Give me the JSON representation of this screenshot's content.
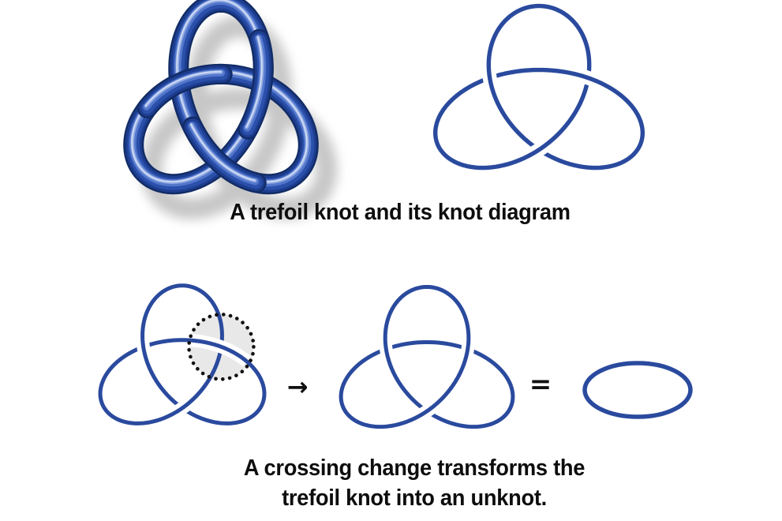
{
  "captions": {
    "top": "A trefoil knot and its knot diagram",
    "bottom_line1": "A crossing change transforms the",
    "bottom_line2": "trefoil knot into an unknot."
  },
  "operators": {
    "arrow": "→",
    "equals": "="
  },
  "figures": {
    "knot3d_label": "3D trefoil knot",
    "diagram_label": "trefoil knot diagram",
    "before_label": "trefoil with highlighted crossing",
    "after_label": "trefoil after crossing change",
    "unknot_label": "unknot"
  },
  "colors": {
    "line_blue": "#2a4a9e",
    "tube_darkest": "#122c66",
    "tube_dark": "#1d3d8f",
    "tube_main": "#2b50ab",
    "tube_light": "#5377cb",
    "tube_highlight": "#8fa9e2",
    "tube_gloss": "#cdd9f4",
    "shadow_gray": "#8f8f8f",
    "region_fill": "#e8e8e8",
    "dot_black": "#111111",
    "text_black": "#0d0d0d",
    "background": "#ffffff"
  }
}
